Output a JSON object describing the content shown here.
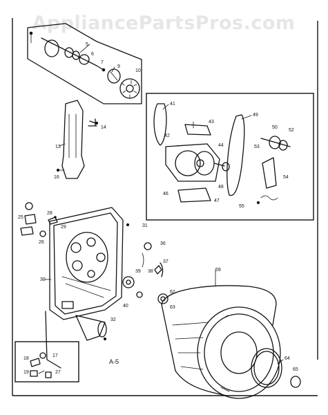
{
  "watermark": "AppliancePartsPros.com",
  "diagram_label": "A-5",
  "callouts": {
    "c5": "5",
    "c6": "6",
    "c7": "7",
    "c9": "9",
    "c10": "10",
    "c13": "13",
    "c14": "14",
    "c16": "16",
    "c17": "17",
    "c18": "18",
    "c19": "19",
    "c25": "25",
    "c26": "26",
    "c27": "27",
    "c28": "28",
    "c29": "29",
    "c30": "30",
    "c31": "31",
    "c32": "32",
    "c36": "36",
    "c37": "37",
    "c38": "38",
    "c39": "39",
    "c40": "40",
    "c41": "41",
    "c42": "42",
    "c43": "43",
    "c44": "44",
    "c46": "46",
    "c47": "47",
    "c48": "48",
    "c49": "49",
    "c50": "50",
    "c52": "52",
    "c53": "53",
    "c54": "54",
    "c55": "55",
    "c59": "59",
    "c62": "62",
    "c63": "63",
    "c64": "64",
    "c65": "65"
  }
}
